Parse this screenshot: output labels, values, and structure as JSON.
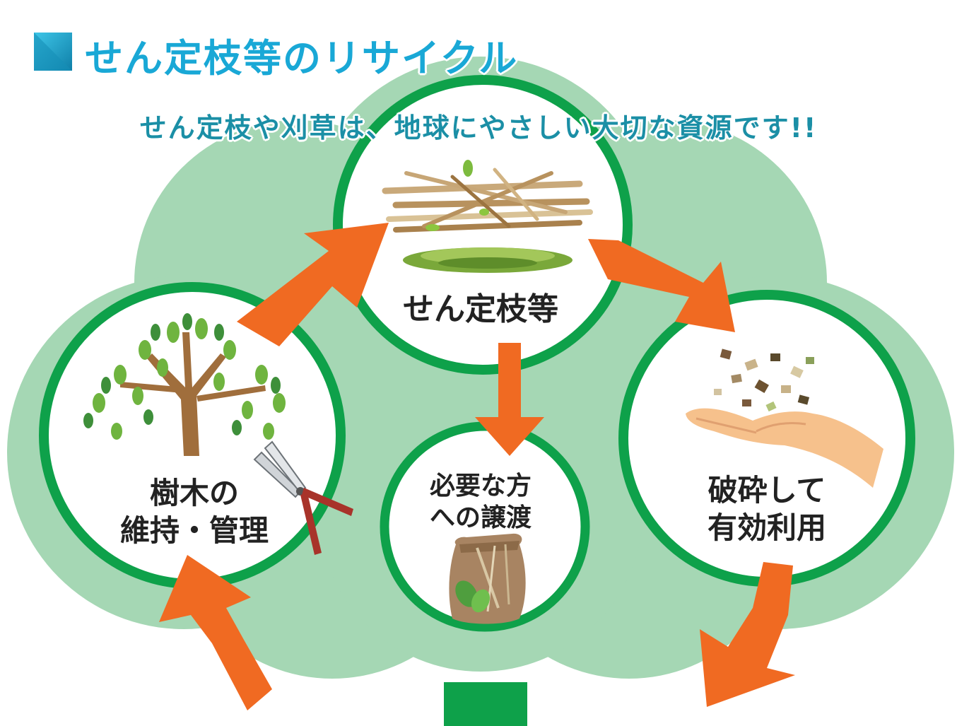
{
  "title": "せん定枝等のリサイクル",
  "subtitle": "せん定枝や刈草は、地球にやさしい大切な資源です!!",
  "nodes": {
    "pruned": {
      "label": "せん定枝等"
    },
    "tree": {
      "line1": "樹木の",
      "line2": "維持・管理"
    },
    "transfer": {
      "line1": "必要な方",
      "line2": "への譲渡"
    },
    "recycle": {
      "line1": "破砕して",
      "line2": "有効利用"
    }
  },
  "colors": {
    "title": "#19a8d6",
    "subtitle": "#1b8fa6",
    "tree_bg": "#a5d7b4",
    "ring": "#0ea14a",
    "arrow": "#f06a22",
    "trunk": "#0ea14a"
  },
  "icons": {
    "title_marker": "square-marker-icon",
    "branches": "branches-bundle-icon",
    "tree": "tree-icon",
    "shears": "pruning-shears-icon",
    "chips": "wood-chips-icon",
    "hand": "open-hand-icon",
    "bag": "sack-icon"
  }
}
